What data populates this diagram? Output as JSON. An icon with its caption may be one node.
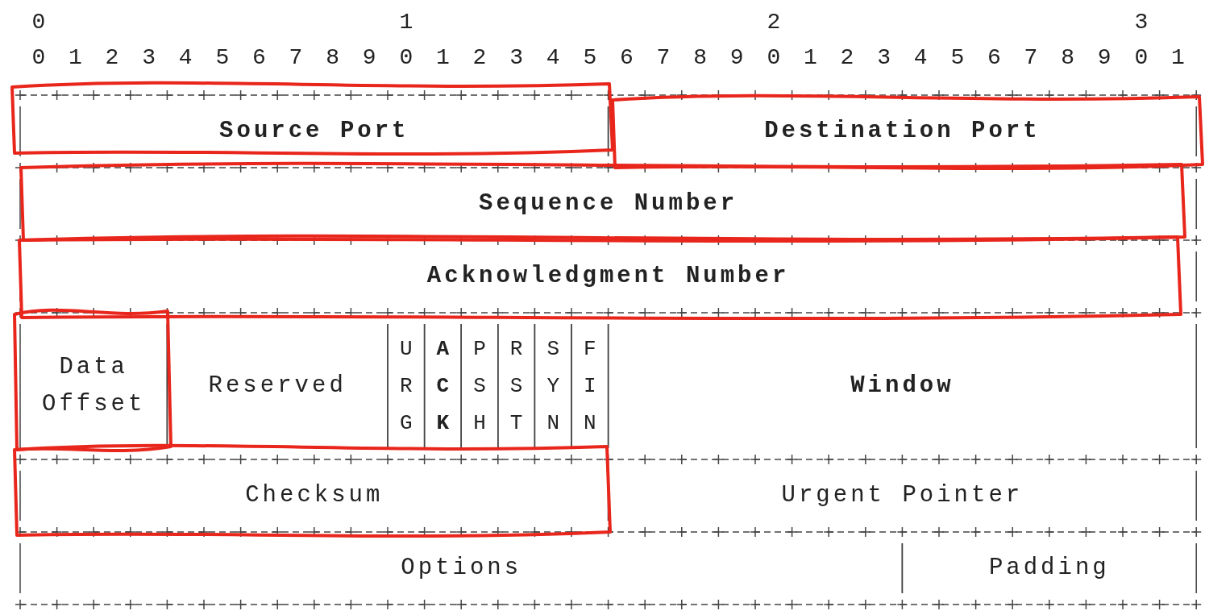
{
  "diagram": {
    "nodes": [
      {
        "text": [
          "Source Port"
        ]
      },
      {
        "text": [
          "Destination Port"
        ]
      },
      {
        "text": [
          "Sequence Number"
        ]
      },
      {
        "text": [
          "Acknowledgment Number"
        ]
      },
      {
        "text": [
          "Data Offset"
        ]
      },
      {
        "text": [
          "Reserved"
        ]
      },
      {
        "text": [
          "U R G"
        ]
      },
      {
        "text": [
          "A C K"
        ]
      },
      {
        "text": [
          "P S H"
        ]
      },
      {
        "text": [
          "R S T"
        ]
      },
      {
        "text": [
          "S Y N"
        ]
      },
      {
        "text": [
          "F I N"
        ]
      },
      {
        "text": [
          "Window"
        ]
      },
      {
        "text": [
          "Checksum"
        ]
      },
      {
        "text": [
          "Urgent Pointer"
        ]
      },
      {
        "text": [
          "Options"
        ]
      },
      {
        "text": [
          "Padding"
        ]
      }
    ],
    "labels": [
      "0",
      "1",
      "2",
      "3",
      "0",
      "1",
      "2",
      "3",
      "4",
      "5",
      "6",
      "7",
      "8",
      "9",
      "0",
      "1",
      "2",
      "3",
      "4",
      "5",
      "6",
      "7",
      "8",
      "9",
      "0",
      "1",
      "2",
      "3",
      "4",
      "5",
      "6",
      "7",
      "8",
      "9",
      "0",
      "1"
    ]
  }
}
